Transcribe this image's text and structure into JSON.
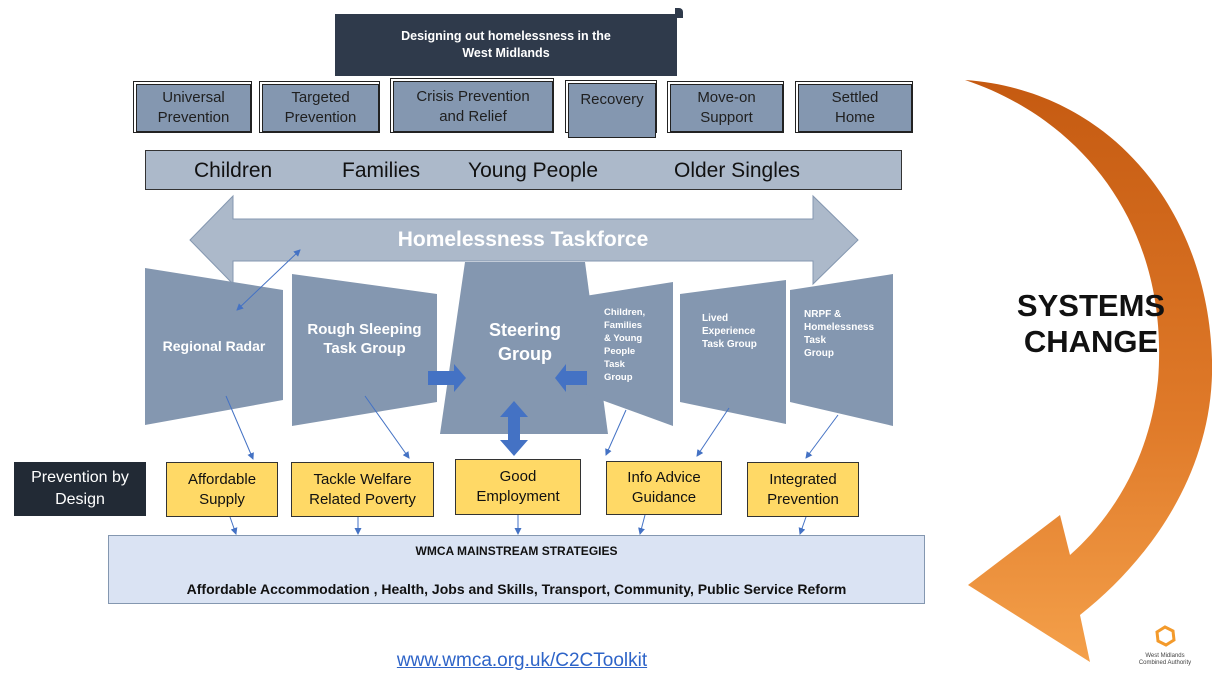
{
  "banner": {
    "line1": "Designing out homelessness in the",
    "line2": "West Midlands"
  },
  "stages": [
    {
      "line1": "Universal",
      "line2": "Prevention"
    },
    {
      "line1": "Targeted",
      "line2": "Prevention"
    },
    {
      "line1": "Crisis Prevention",
      "line2": "and Relief"
    },
    {
      "line1": "Recovery",
      "line2": ""
    },
    {
      "line1": "Move-on",
      "line2": "Support"
    },
    {
      "line1": "Settled",
      "line2": "Home"
    }
  ],
  "population": [
    "Children",
    "Families",
    "Young People",
    "Older Singles"
  ],
  "taskforce_label": "Homelessness Taskforce",
  "groups": {
    "regional_radar": "Regional Radar",
    "rough_sleeping": {
      "line1": "Rough Sleeping",
      "line2": "Task Group"
    },
    "steering": {
      "line1": "Steering",
      "line2": "Group"
    },
    "children_families": [
      "Children,",
      "Families",
      "& Young",
      "People",
      "Task",
      "Group"
    ],
    "lived_experience": [
      "Lived",
      "Experience",
      "Task Group"
    ],
    "nrpf": [
      "NRPF &",
      "Homelessness",
      "Task",
      "Group"
    ]
  },
  "prevention_label": {
    "line1": "Prevention by",
    "line2": "Design"
  },
  "outcomes": [
    {
      "line1": "Affordable",
      "line2": "Supply"
    },
    {
      "line1": "Tackle Welfare",
      "line2": "Related Poverty"
    },
    {
      "line1": "Good",
      "line2": "Employment"
    },
    {
      "line1": "Info Advice",
      "line2": "Guidance"
    },
    {
      "line1": "Integrated",
      "line2": "Prevention"
    }
  ],
  "strategies": {
    "title": "WMCA MAINSTREAM STRATEGIES",
    "list": "Affordable Accommodation ,  Health,  Jobs and Skills,  Transport,   Community,   Public Service Reform"
  },
  "systems_change": {
    "line1": "SYSTEMS",
    "line2": "CHANGE"
  },
  "url": "www.wmca.org.uk/C2CToolkit",
  "logo": {
    "line1": "West Midlands",
    "line2": "Combined Authority"
  },
  "colors": {
    "banner": "#2f3a4b",
    "stage": "#8497b0",
    "population_band": "#acb9ca",
    "taskforce_arrow": "#acb9ca",
    "group_shape": "#8497b0",
    "outcome_box": "#ffd966",
    "strategy_box": "#dae3f3",
    "blue_arrow": "#4472c4",
    "orange_arrow": "#e07b2a"
  }
}
